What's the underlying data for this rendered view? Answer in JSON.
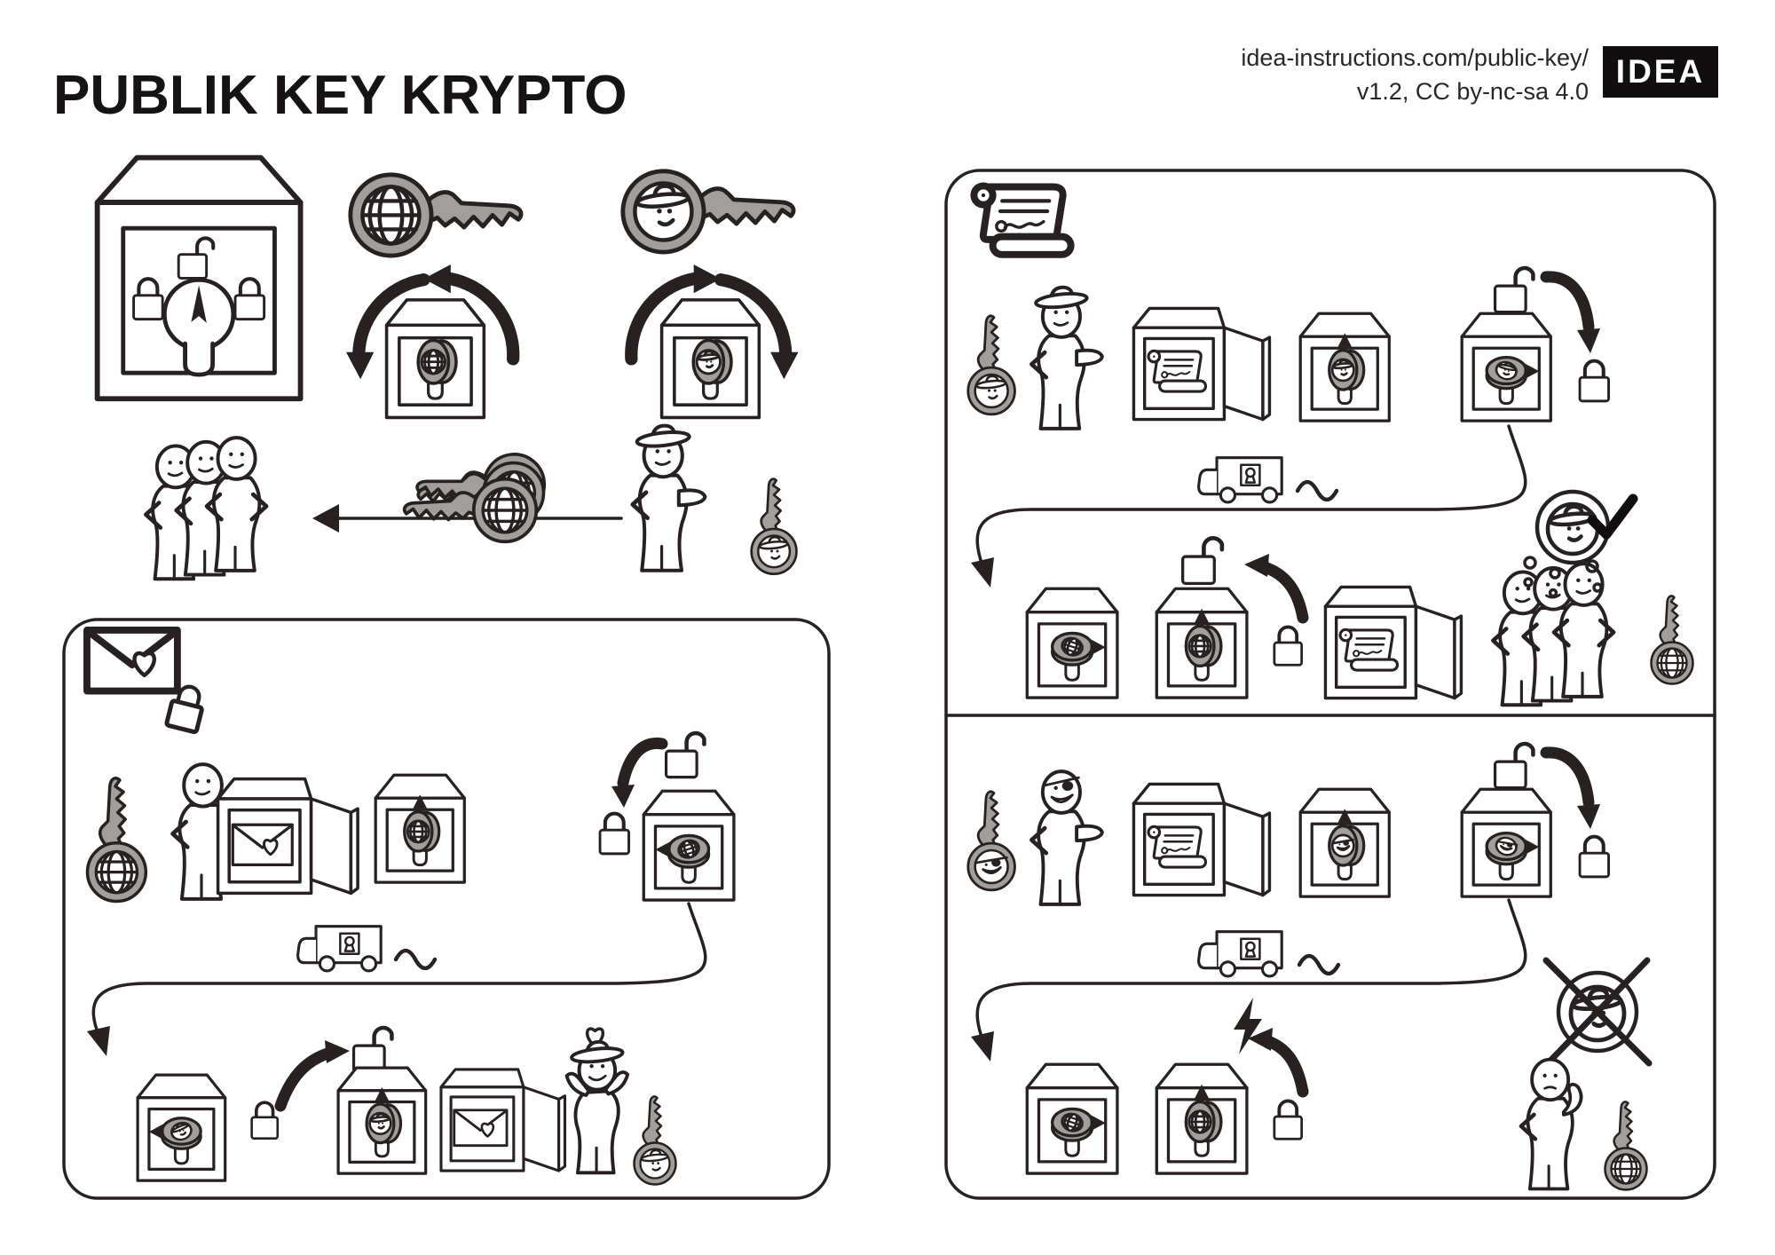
{
  "header": {
    "title": "PUBLIK KEY KRYPTO",
    "url": "idea-instructions.com/public-key/",
    "version": "v1.2, CC by-nc-sa 4.0",
    "logo": "IDEA"
  },
  "palette": {
    "ink": "#272122",
    "key_gray": "#a19e9c",
    "background": "#ffffff",
    "logo_bg": "#100e0f"
  },
  "concepts": {
    "lock_dial_box": "Safe-like box whose keyhole dial has an unlocked position (open padlock, top) and locked positions (closed padlocks, left and right)",
    "public_key": {
      "icon": "globe-key-icon",
      "color": "gray",
      "turns": "counter-clockwise"
    },
    "private_key": {
      "icon": "hat-person-key-icon",
      "color": "gray",
      "turns": "clockwise"
    },
    "key_distribution": "Hat-wearing owner hands copies of the globe public key to a crowd of three people and keeps the hat private key"
  },
  "stories": [
    {
      "id": "encryption",
      "panel_icon": "love-letter-with-padlock-icon",
      "steps": [
        {
          "icon": "globe-key-icon",
          "desc": "Sender holds the receiver's public key"
        },
        {
          "icon": "open-box-love-letter-icon",
          "desc": "Love letter is placed in the box"
        },
        {
          "icon": "box-public-key-insert-icon",
          "desc": "Public key is inserted"
        },
        {
          "icon": "box-public-key-turn-left-icon",
          "desc": "Turning it counter-clockwise locks the box (open padlock becomes closed)"
        },
        {
          "icon": "truck-icon",
          "desc": "Locked box is transported"
        },
        {
          "icon": "box-private-key-turn-up-icon",
          "desc": "Receiver turns the hat private key clockwise: padlock opens"
        },
        {
          "icon": "open-box-love-letter-icon",
          "desc": "Letter is revealed"
        },
        {
          "icon": "happy-person-icon",
          "desc": "Hat-wearing receiver is happy (heart)"
        }
      ]
    },
    {
      "id": "signature",
      "panel_icon": "signed-scroll-icon",
      "steps": [
        {
          "icon": "hat-person-key-icon",
          "desc": "Hat owner holds own private key"
        },
        {
          "icon": "open-box-scroll-icon",
          "desc": "Document is placed in the box"
        },
        {
          "icon": "box-private-key-insert-icon",
          "desc": "Private key inserted"
        },
        {
          "icon": "box-private-key-turn-right-icon",
          "desc": "Turning clockwise locks the box (signs it)"
        },
        {
          "icon": "truck-icon",
          "desc": "Box is transported"
        },
        {
          "icon": "box-public-key-turn-up-icon",
          "desc": "Crowd unlocks with the globe public key: padlock opens"
        },
        {
          "icon": "open-box-scroll-icon",
          "desc": "Signed document revealed"
        },
        {
          "icon": "thought-bubble-check-icon",
          "desc": "Crowd concludes it really came from the hat owner (checkmark)"
        }
      ]
    },
    {
      "id": "forgery_fails",
      "panel_icon": "none",
      "steps": [
        {
          "icon": "patch-person-key-icon",
          "desc": "Eye-patch attacker uses his own private key"
        },
        {
          "icon": "open-box-scroll-icon",
          "desc": "Forged document placed in box"
        },
        {
          "icon": "box-attacker-key-insert-icon",
          "desc": "Attacker key inserted"
        },
        {
          "icon": "box-attacker-key-turn-right-icon",
          "desc": "Attacker locks (signs) with his key"
        },
        {
          "icon": "truck-icon",
          "desc": "Box is transported"
        },
        {
          "icon": "lightning-icon",
          "desc": "Owner's public key fails to open the box — padlock stays closed"
        },
        {
          "icon": "thought-bubble-crossed-icon",
          "desc": "Confused verifier: it cannot be from the hat owner (crossed out)"
        }
      ]
    }
  ]
}
